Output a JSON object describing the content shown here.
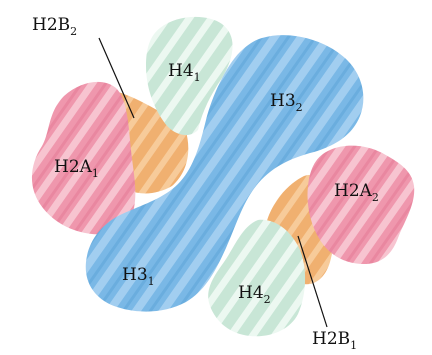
{
  "subunits": [
    {
      "id": "h2b-2",
      "base": "H2B",
      "sub": "2",
      "color": "#f2b474"
    },
    {
      "id": "h4-1",
      "base": "H4",
      "sub": "1",
      "color": "#cfeadc"
    },
    {
      "id": "h3-2",
      "base": "H3",
      "sub": "2",
      "color": "#79b7e4"
    },
    {
      "id": "h2a-1",
      "base": "H2A",
      "sub": "1",
      "color": "#ee98ad"
    },
    {
      "id": "h2a-2",
      "base": "H2A",
      "sub": "2",
      "color": "#ee98ad"
    },
    {
      "id": "h3-1",
      "base": "H3",
      "sub": "1",
      "color": "#79b7e4"
    },
    {
      "id": "h4-2",
      "base": "H4",
      "sub": "2",
      "color": "#cfeadc"
    },
    {
      "id": "h2b-1",
      "base": "H2B",
      "sub": "1",
      "color": "#f2b474"
    }
  ]
}
